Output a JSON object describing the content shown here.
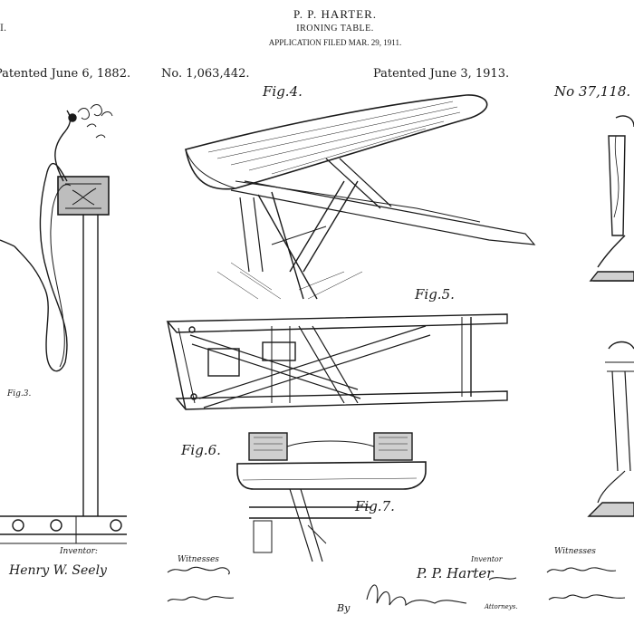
{
  "center_patent": {
    "inventor_name": "P. P. HARTER.",
    "title": "IRONING TABLE.",
    "application": "APPLICATION FILED MAR. 29, 1911.",
    "number": "No. 1,063,442.",
    "patented": "Patented June 3, 1913.",
    "figures": [
      "Fig.4.",
      "Fig.5.",
      "Fig.6.",
      "Fig.7."
    ],
    "witnesses_label": "Witnesses",
    "inventor_label": "Inventor",
    "signature": "P. P. Harter",
    "by_label": "By",
    "attorneys_label": "Attorneys."
  },
  "left_patent": {
    "corner_letter": "I.",
    "patented": "Patented June 6, 1882.",
    "figure": "Fig.3.",
    "inventor_label": "Inventor:",
    "signature": "Henry W. Seely"
  },
  "right_patent": {
    "number": "No 37,118.",
    "witnesses_label": "Witnesses"
  }
}
